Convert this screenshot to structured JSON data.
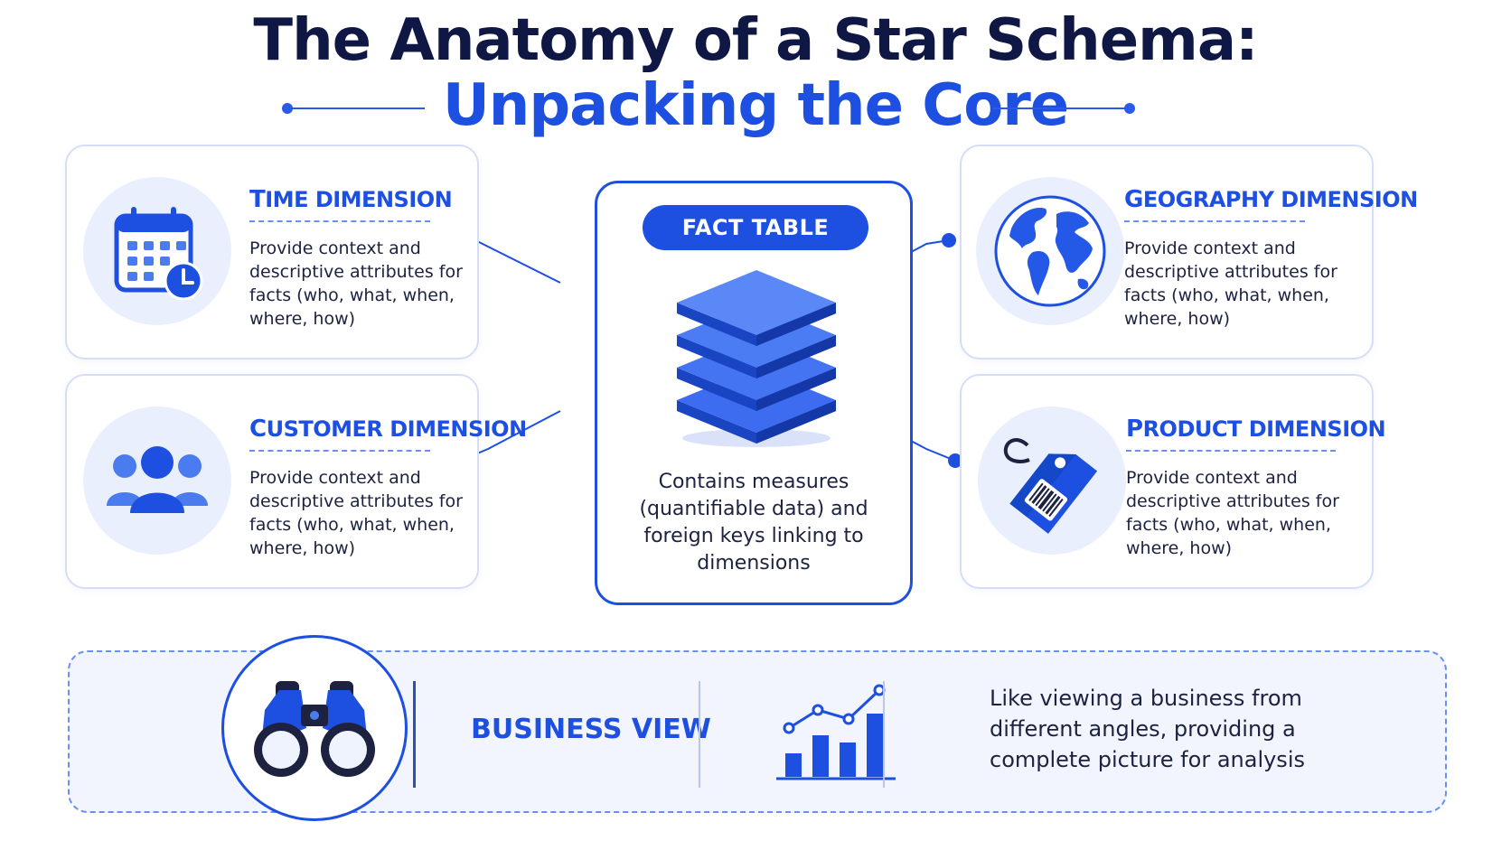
{
  "title": {
    "line1": "The Anatomy of a Star Schema:",
    "line2": "Unpacking the Core"
  },
  "fact_table": {
    "label": "FACT TABLE",
    "description": "Contains measures (quantifiable data) and foreign keys linking to dimensions"
  },
  "dimensions": [
    {
      "title_cap": "T",
      "title_rest": "IME DIMENSION",
      "description": "Provide context and descriptive attributes for facts (who, what, when, where, how)",
      "icon": "calendar-clock-icon"
    },
    {
      "title_cap": "C",
      "title_rest": "USTOMER DIMENSION",
      "description": "Provide context and descriptive attributes for facts (who, what, when, where, how)",
      "icon": "users-icon"
    },
    {
      "title_cap": "G",
      "title_rest": "EOGRAPHY DIMENSION",
      "description": "Provide context and descriptive attributes for facts (who, what, when, where, how)",
      "icon": "globe-icon"
    },
    {
      "title_cap": "P",
      "title_rest": "RODUCT DIMENSION",
      "description": "Provide context and descriptive attributes for facts (who, what, when, where, how)",
      "icon": "price-tag-icon"
    }
  ],
  "business_view": {
    "label": "BUSINESS VIEW",
    "description": "Like viewing a business from different angles, providing a complete picture for analysis",
    "icons": [
      "binoculars-icon",
      "bar-line-chart-icon"
    ]
  },
  "colors": {
    "primary": "#1d4fe0",
    "dark_text": "#0f1845",
    "card_border": "#d5def5",
    "icon_bg": "#e9effc"
  }
}
